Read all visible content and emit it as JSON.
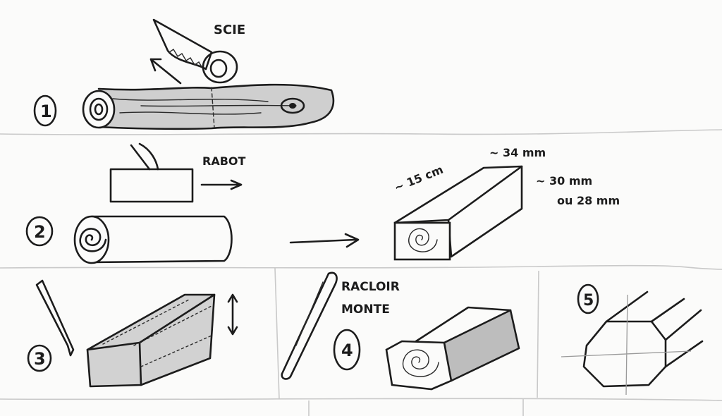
{
  "labels": {
    "saw": "SCIE",
    "plane": "RABOT",
    "scraper_line1": "RACLOIR",
    "scraper_line2": "MONTE",
    "dim_width": "~ 15 cm",
    "dim_length": "~ 34 mm",
    "dim_height_line1": "~ 30 mm",
    "dim_height_line2": "ou 28 mm"
  },
  "steps": [
    "1",
    "2",
    "3",
    "4",
    "5"
  ],
  "colors": {
    "ink": "#1c1c1c",
    "shading": "#bdbdbd",
    "paper": "#fbfbfa"
  }
}
